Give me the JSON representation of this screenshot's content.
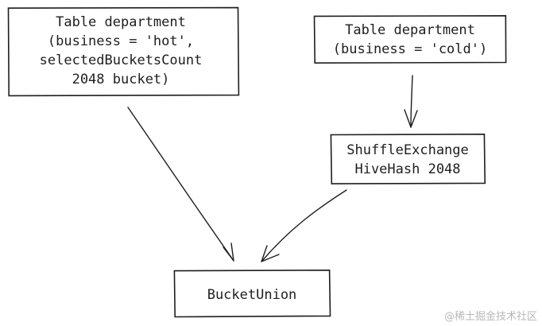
{
  "nodes": {
    "hot_table": {
      "lines": [
        "Table department",
        "(business = 'hot',",
        "selectedBucketsCount",
        "2048 bucket)"
      ]
    },
    "cold_table": {
      "lines": [
        "Table department",
        "(business = 'cold')"
      ]
    },
    "shuffle": {
      "lines": [
        "ShuffleExchange",
        "HiveHash 2048"
      ]
    },
    "union": {
      "lines": [
        "BucketUnion"
      ]
    }
  },
  "edges": [
    {
      "from": "hot_table",
      "to": "union"
    },
    {
      "from": "cold_table",
      "to": "shuffle"
    },
    {
      "from": "shuffle",
      "to": "union"
    }
  ],
  "watermark": "@稀土掘金技术社区"
}
